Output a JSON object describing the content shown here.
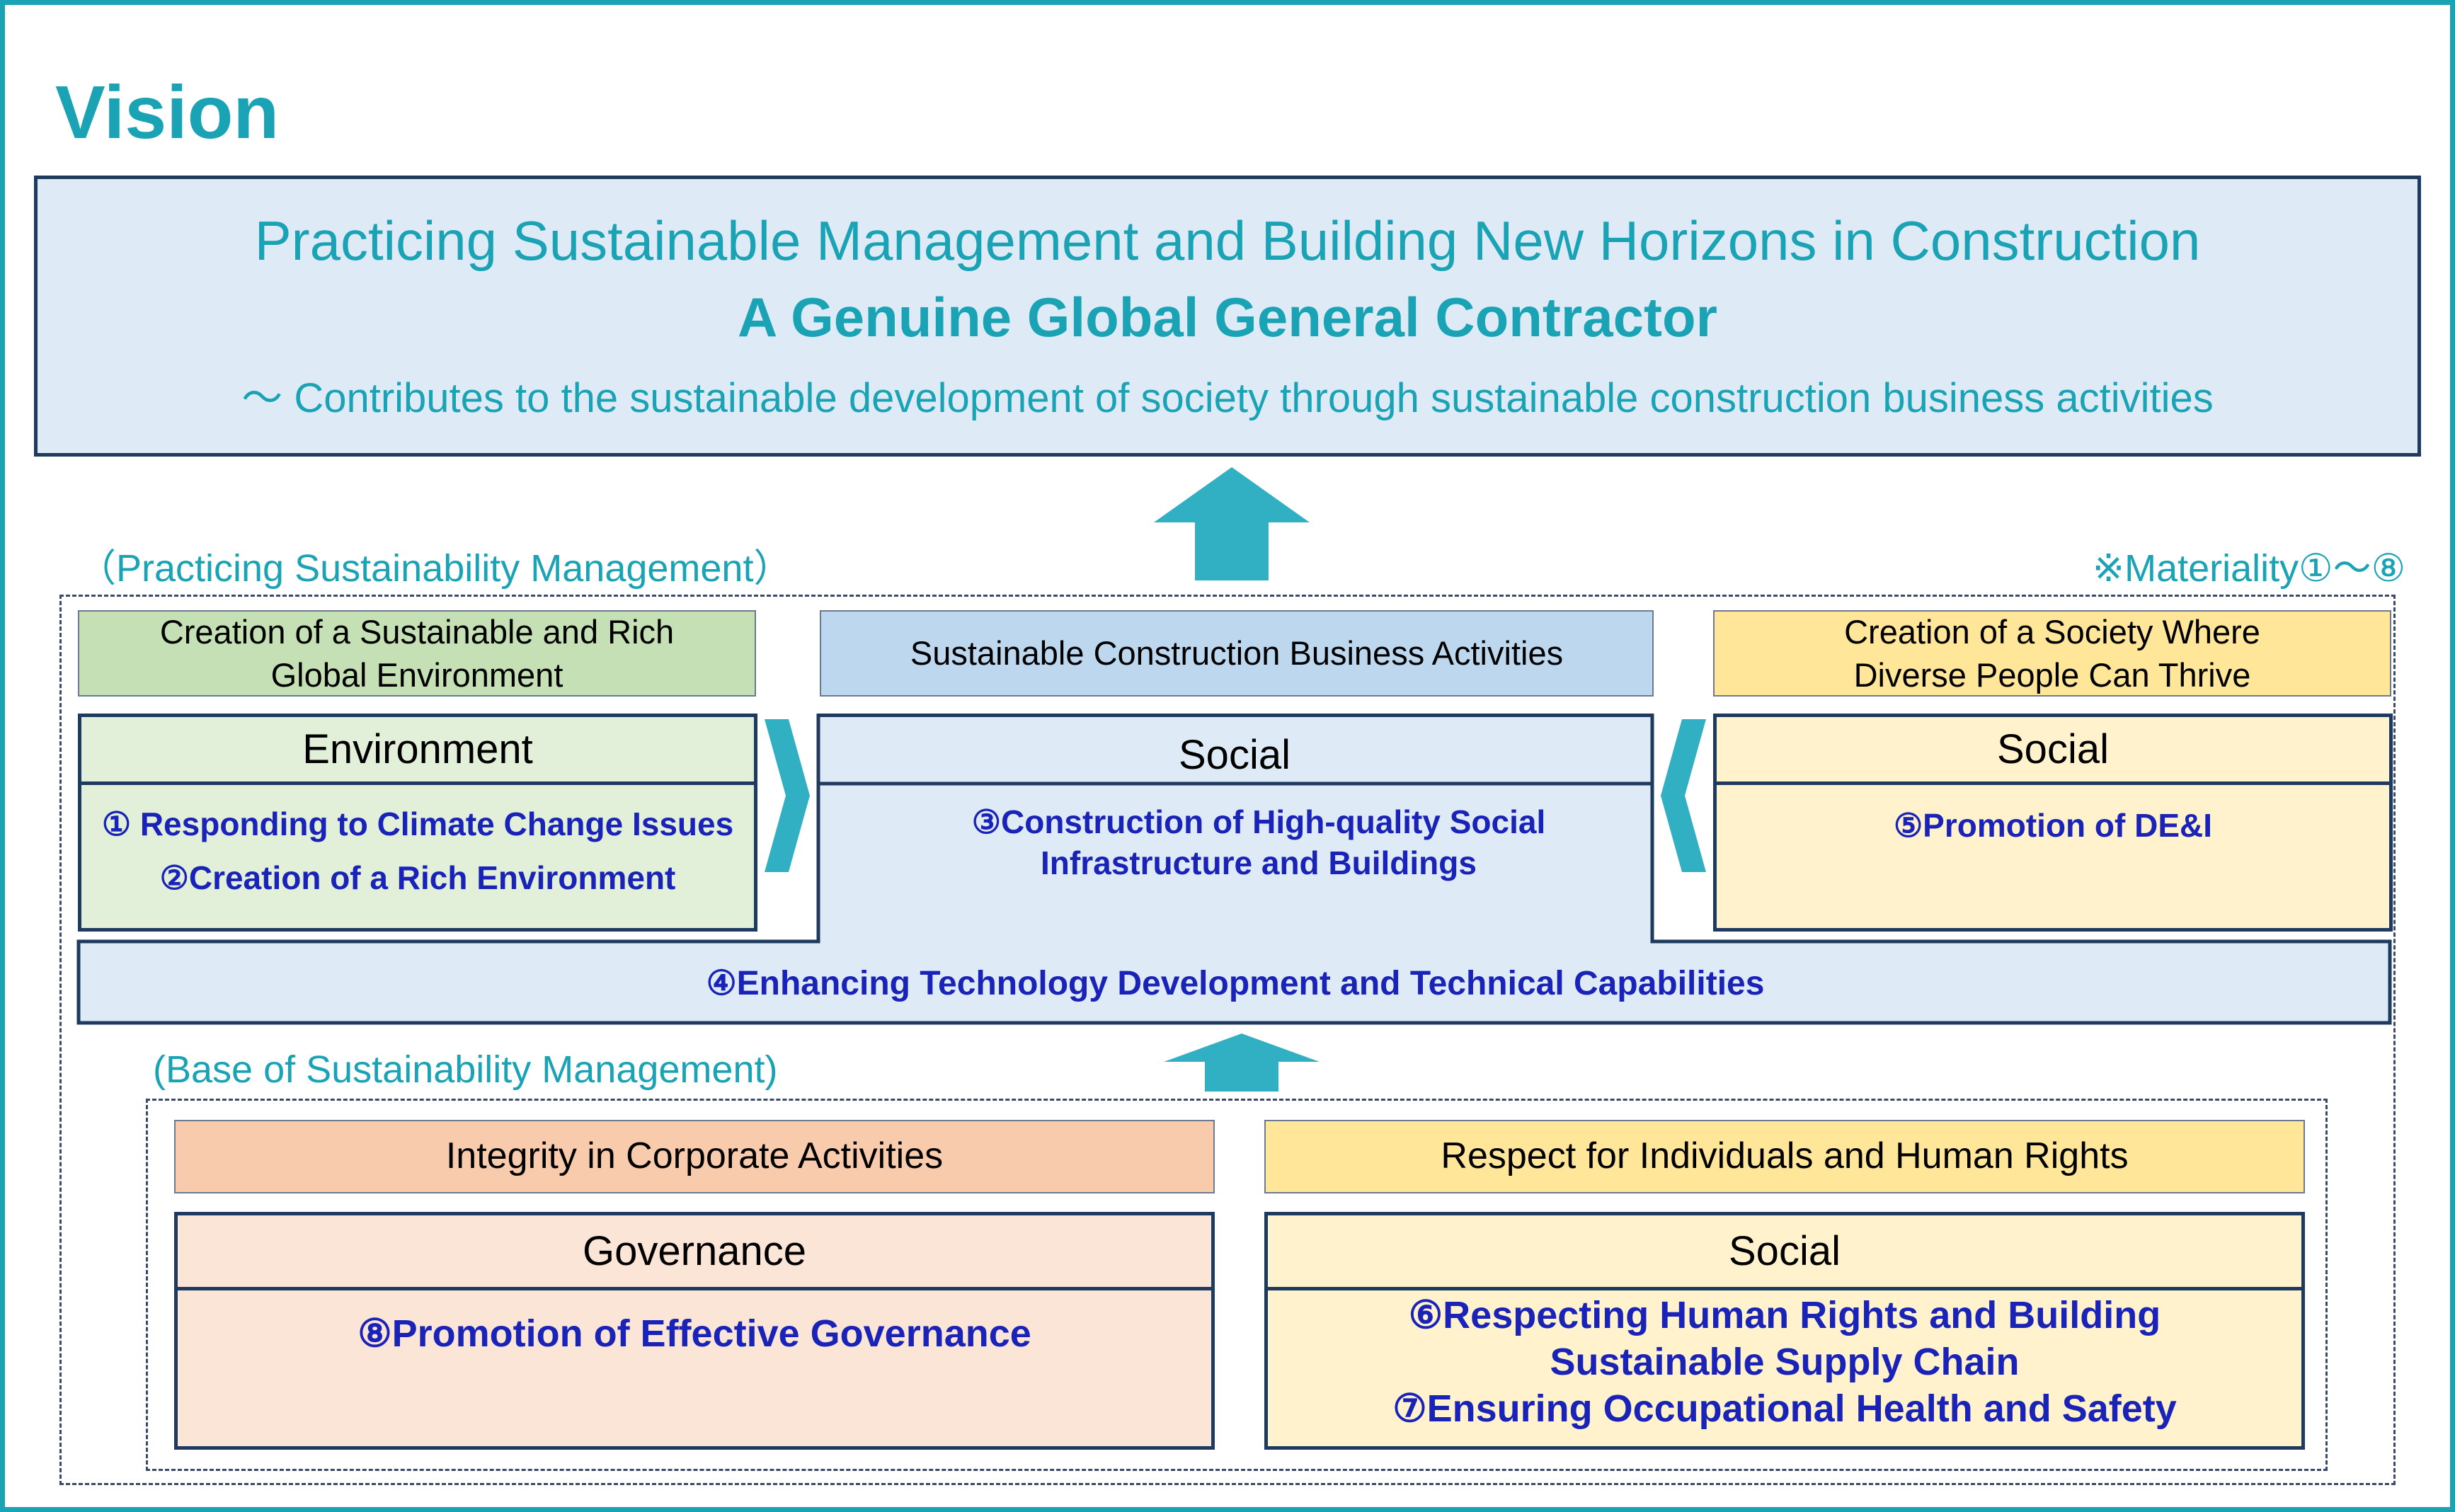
{
  "vision": {
    "heading": "Vision",
    "line1": "Practicing Sustainable Management and Building New Horizons in Construction",
    "line2": "A Genuine Global General Contractor",
    "line3": "～ Contributes to the sustainable development of society through sustainable construction business activities"
  },
  "practicing": {
    "label": "（Practicing Sustainability Management）",
    "materiality_note": "※Materiality①～⑧",
    "environment": {
      "theme_line1": "Creation of a Sustainable and Rich",
      "theme_line2": "Global Environment",
      "category": "Environment",
      "item1": "① Responding to Climate Change Issues",
      "item2": "②Creation of a Rich Environment"
    },
    "business": {
      "theme": "Sustainable Construction Business Activities",
      "category": "Social",
      "item1_line1": "③Construction of High-quality Social",
      "item1_line2": "Infrastructure and Buildings",
      "item2": "④Enhancing Technology Development and Technical Capabilities"
    },
    "diversity": {
      "theme_line1": "Creation of a Society Where",
      "theme_line2": "Diverse People Can Thrive",
      "category": "Social",
      "item1": "⑤Promotion of DE&I"
    }
  },
  "base": {
    "label": "(Base of Sustainability Management)",
    "governance": {
      "theme": "Integrity in Corporate Activities",
      "category": "Governance",
      "item1": "⑧Promotion of Effective Governance"
    },
    "human_rights": {
      "theme": "Respect for Individuals and Human Rights",
      "category": "Social",
      "item1_line1": "⑥Respecting Human Rights and Building",
      "item1_line2": "Sustainable Supply Chain",
      "item2": "⑦Ensuring Occupational Health and Safety"
    }
  },
  "colors": {
    "accent": "#1aa3b5",
    "border": "#1f3a5f",
    "item_text": "#1a23b8",
    "arrow": "#31b0c4"
  }
}
